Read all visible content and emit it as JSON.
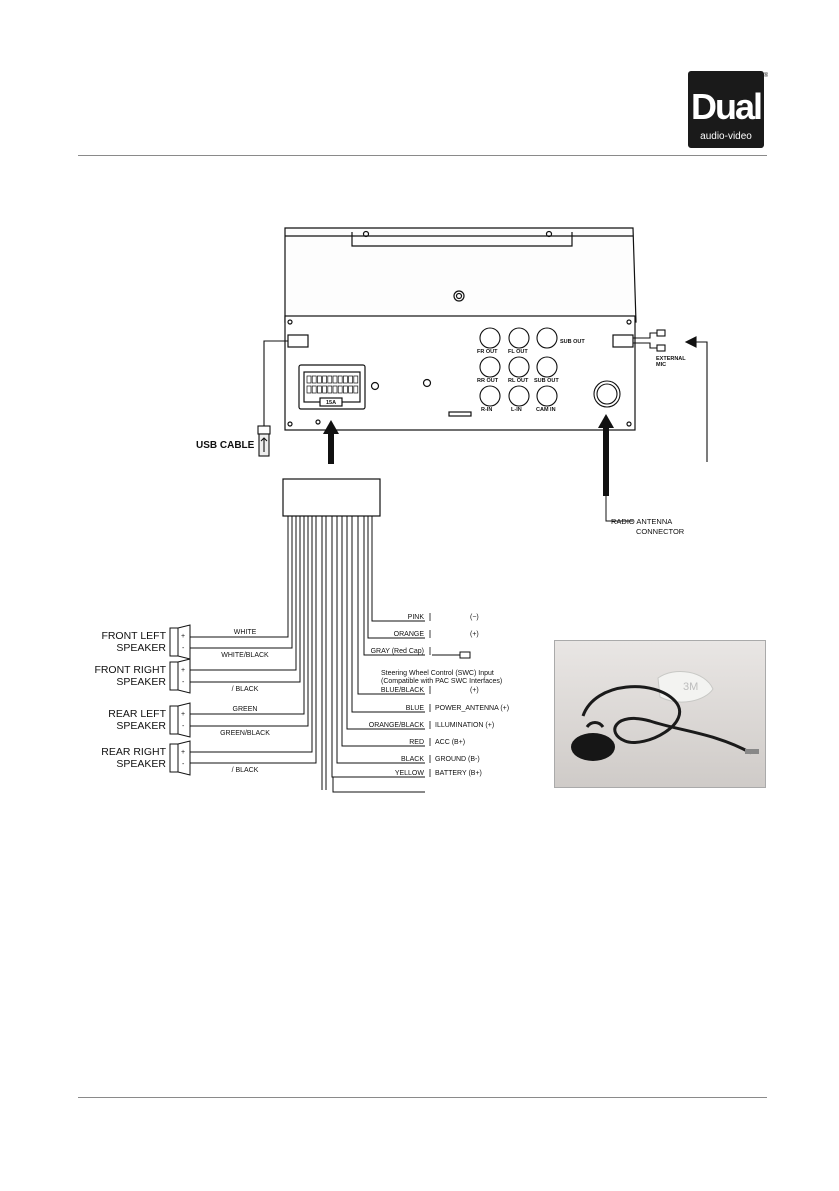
{
  "logo": {
    "brand": "Dual",
    "tagline": "audio-video",
    "registered": "®"
  },
  "usb": {
    "label": "USB CABLE"
  },
  "antenna": {
    "label_line1": "RADIO ANTENNA",
    "label_line2": "CONNECTOR"
  },
  "mic": {
    "label_line1": "EXTERNAL",
    "label_line2": "MIC"
  },
  "ports": {
    "sub_out": "SUB OUT",
    "fr_out": "FR OUT",
    "fl_out": "FL OUT",
    "rr_out": "RR OUT",
    "rl_out": "RL OUT",
    "sub_out2": "SUB OUT",
    "r_in": "R-IN",
    "l_in": "L-IN",
    "cam_in": "CAM IN",
    "fuse": "15A"
  },
  "speakers": [
    {
      "name_line1": "FRONT LEFT",
      "name_line2": "SPEAKER",
      "wire_pos": "WHITE",
      "wire_neg": "WHITE/BLACK"
    },
    {
      "name_line1": "FRONT RIGHT",
      "name_line2": "SPEAKER",
      "wire_pos": "",
      "wire_neg": "/ BLACK"
    },
    {
      "name_line1": "REAR LEFT",
      "name_line2": "SPEAKER",
      "wire_pos": "GREEN",
      "wire_neg": "GREEN/BLACK"
    },
    {
      "name_line1": "REAR RIGHT",
      "name_line2": "SPEAKER",
      "wire_pos": "",
      "wire_neg": "/ BLACK"
    }
  ],
  "speaker_terminals": {
    "pos": "+",
    "neg": "-"
  },
  "wires": [
    {
      "color": "PINK",
      "function": "(−)"
    },
    {
      "color": "ORANGE",
      "function": "(+)"
    },
    {
      "color": "GRAY (Red Cap)",
      "function": ""
    },
    {
      "color": "BLUE/BLACK",
      "function": "(+)"
    },
    {
      "color": "BLUE",
      "function": "POWER_ANTENNA (+)"
    },
    {
      "color": "ORANGE/BLACK",
      "function": "ILLUMINATION (+)"
    },
    {
      "color": "RED",
      "function": "ACC (B+)"
    },
    {
      "color": "BLACK",
      "function": "GROUND (B-)"
    },
    {
      "color": "YELLOW",
      "function": "BATTERY (B+)"
    }
  ],
  "swc": {
    "line1": "Steering Wheel Control (SWC) Input",
    "line2": "(Compatible with PAC SWC Interfaces)"
  },
  "photo": {
    "sticker_text": "3M",
    "description_color": "#1a1a1a"
  },
  "colors": {
    "rule": "#8a8a8a",
    "ink": "#111111",
    "logo_bg": "#1a1a1a"
  }
}
